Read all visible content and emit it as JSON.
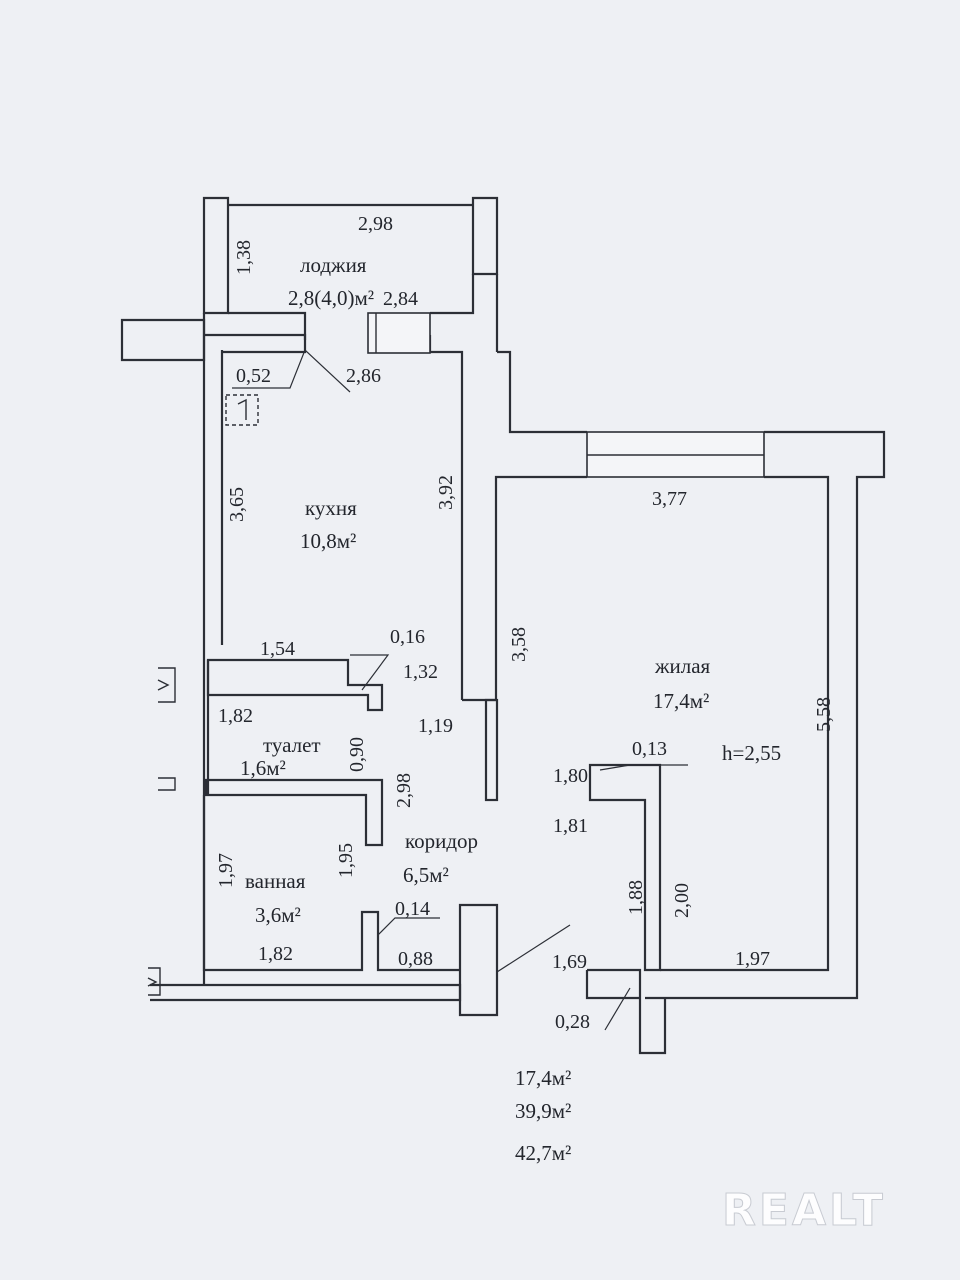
{
  "rooms": {
    "loggia": {
      "name": "лоджия",
      "area": "2,8(4,0)м²"
    },
    "kitchen": {
      "name": "кухня",
      "area": "10,8м²"
    },
    "living": {
      "name": "жилая",
      "area": "17,4м²"
    },
    "toilet": {
      "name": "туалет",
      "area": "1,6м²"
    },
    "corridor": {
      "name": "коридор",
      "area": "6,5м²"
    },
    "bath": {
      "name": "ванная",
      "area": "3,6м²"
    }
  },
  "ceiling_height": "h=2,55",
  "dimensions": {
    "loggia_top": "2,98",
    "loggia_left": "1,38",
    "loggia_right": "2,84",
    "d_052": "0,52",
    "d_286": "2,86",
    "kitchen_left": "3,65",
    "kitchen_right": "3,92",
    "living_top": "3,77",
    "d_358": "3,58",
    "living_right": "5,58",
    "d_154": "1,54",
    "d_016": "0,16",
    "d_132": "1,32",
    "d_182a": "1,82",
    "d_119": "1,19",
    "d_090": "0,90",
    "d_298": "2,98",
    "d_013": "0,13",
    "d_180": "1,80",
    "d_181": "1,81",
    "d_197a": "1,97",
    "d_195": "1,95",
    "d_014": "0,14",
    "d_182b": "1,82",
    "d_088": "0,88",
    "d_188": "1,88",
    "d_200": "2,00",
    "d_169": "1,69",
    "d_197b": "1,97",
    "d_028": "0,28"
  },
  "totals": {
    "living": "17,4м²",
    "total": "39,9м²",
    "overall": "42,7м²"
  },
  "watermark": "REALT"
}
